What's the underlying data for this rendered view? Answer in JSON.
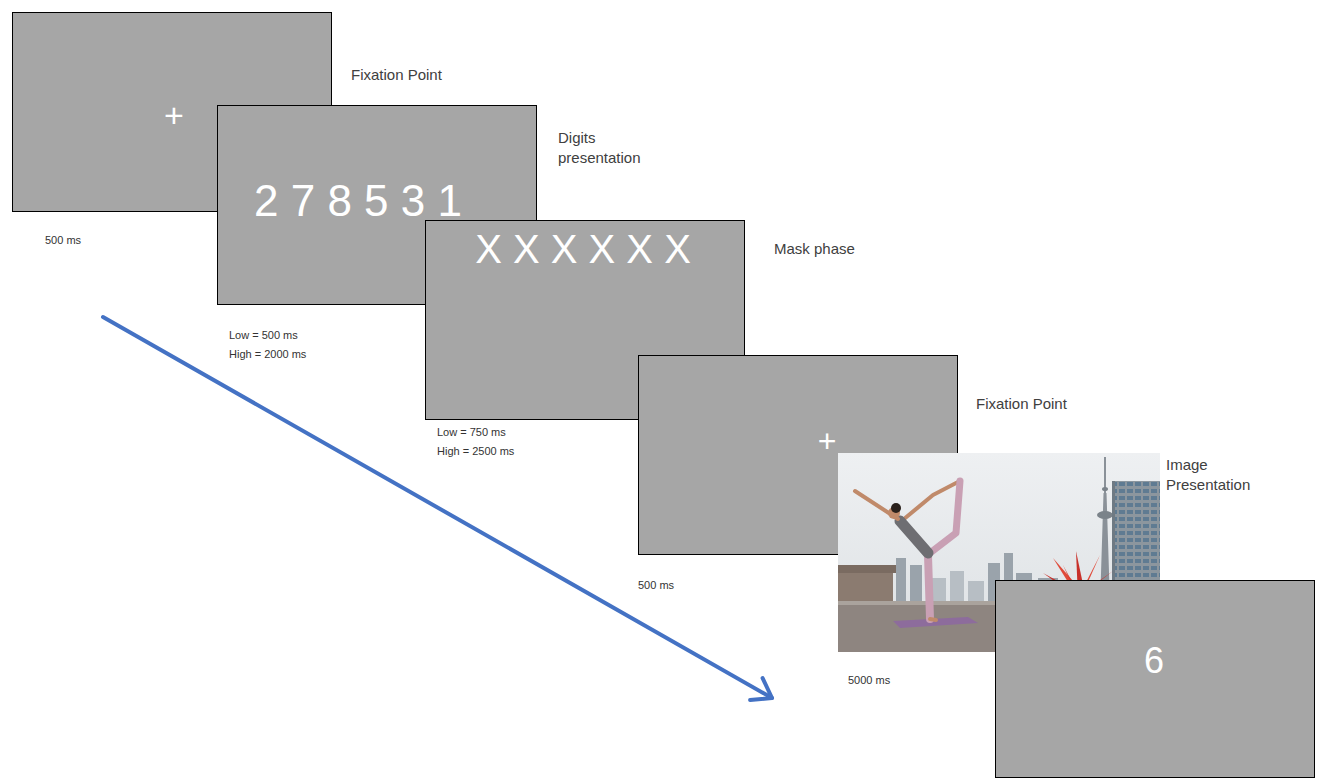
{
  "diagram": {
    "nodes": [
      {
        "text": [
          "Fixation Point",
          "+"
        ]
      },
      {
        "text": [
          "Digits presentation",
          "2 7 8 5 3 1"
        ]
      },
      {
        "text": [
          "Mask phase",
          "X X X X X X"
        ]
      },
      {
        "text": [
          "Fixation Point",
          "+"
        ]
      },
      {
        "text": [
          "Image Presentation"
        ]
      },
      {
        "text": [
          "6"
        ]
      }
    ],
    "labels": [
      "500 ms",
      "Low = 500 ms High = 2000 ms",
      "Low = 750 ms High = 2500 ms",
      "500 ms",
      "5000 ms"
    ]
  }
}
